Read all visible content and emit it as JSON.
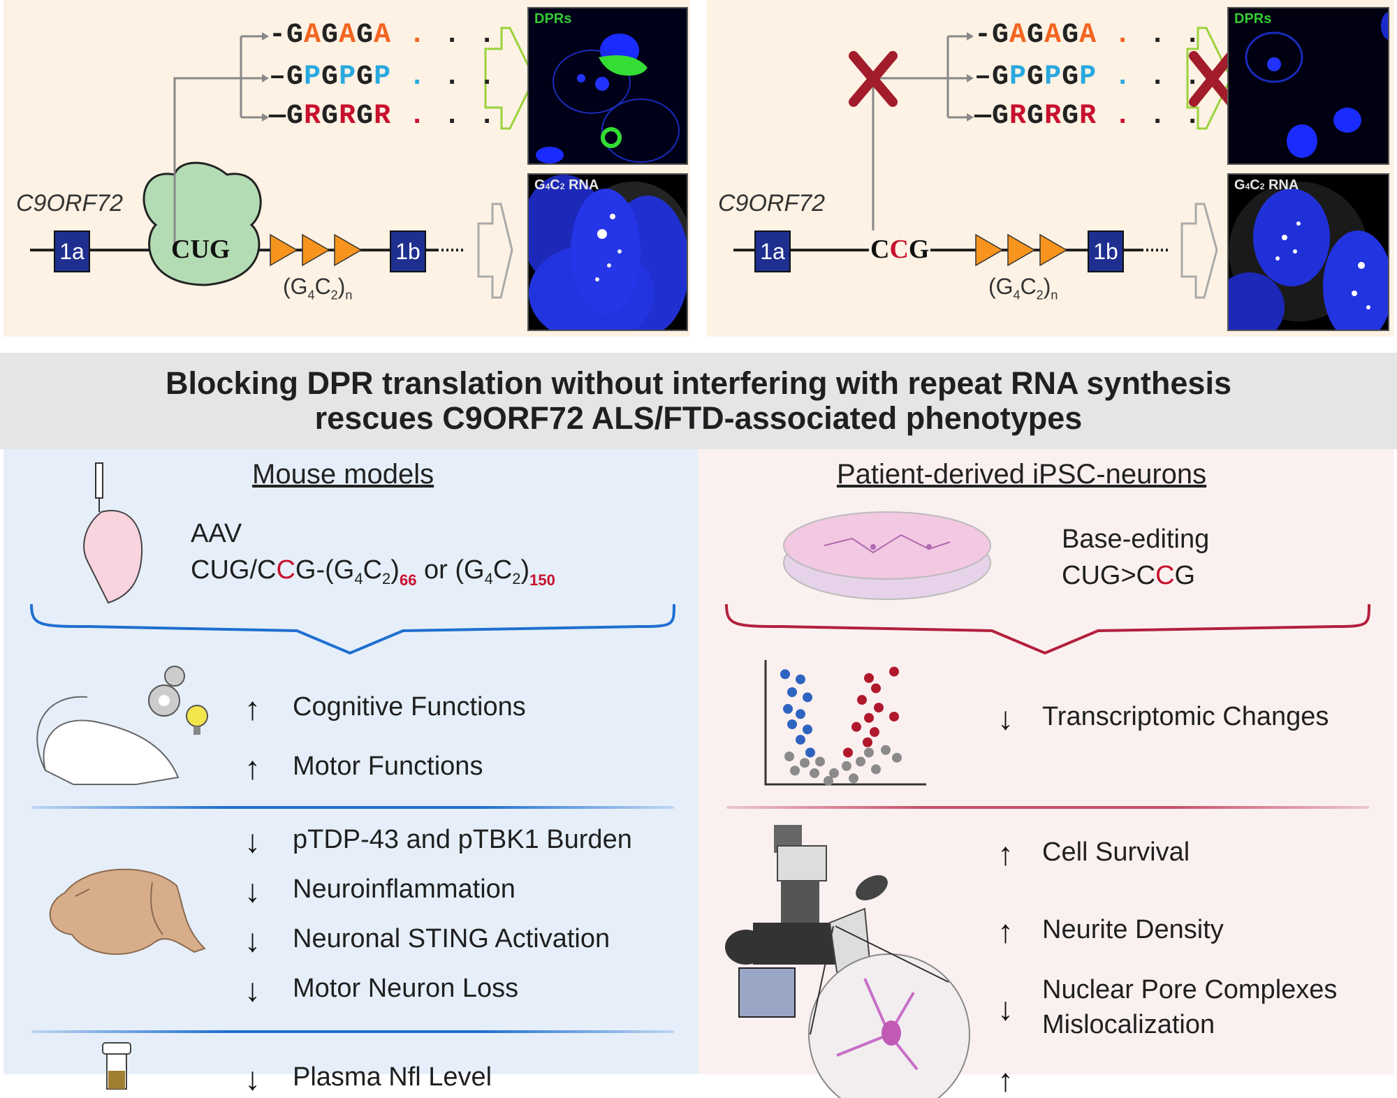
{
  "top_left": {
    "gene_label": "C9ORF72",
    "exon_1a": "1a",
    "exon_1b": "1b",
    "codon": "CUG",
    "repeat_label": {
      "base": "(G",
      "g_sub": "4",
      "c": "C",
      "c_sub": "2",
      "close": ")",
      "n_sub": "n"
    },
    "dpr_sequences": [
      {
        "name": "GA",
        "prefix": "-",
        "letters": [
          "G",
          "A",
          "G",
          "A",
          "G",
          "A"
        ],
        "accent_color": "#f26522"
      },
      {
        "name": "GP",
        "prefix": "–",
        "letters": [
          "G",
          "P",
          "G",
          "P",
          "G",
          "P"
        ],
        "accent_color": "#29a8e0"
      },
      {
        "name": "GR",
        "prefix": "—",
        "letters": [
          "G",
          "R",
          "G",
          "R",
          "G",
          "R"
        ],
        "accent_color": "#c8102e"
      }
    ],
    "micrograph_top_label": "DPRs",
    "micrograph_bottom_label": "G4C2 RNA"
  },
  "top_right": {
    "gene_label": "C9ORF72",
    "exon_1a": "1a",
    "exon_1b": "1b",
    "codon_parts": [
      "C",
      "C",
      "G"
    ],
    "micrograph_top_label": "DPRs",
    "micrograph_bottom_label": "G4C2 RNA"
  },
  "banner": {
    "line1": "Blocking DPR translation without interfering with repeat RNA synthesis",
    "line2": "rescues C9ORF72 ALS/FTD-associated phenotypes"
  },
  "mouse": {
    "title": "Mouse models",
    "vector": "AAV",
    "construct": {
      "p1": "CUG/C",
      "p2": "C",
      "p3": "G-(G",
      "s1": "4",
      "p4": "C",
      "s2": "2",
      "p5": ")",
      "n1": "66",
      "p6": " or (G",
      "s3": "4",
      "p7": "C",
      "s4": "2",
      "p8": ")",
      "n2": "150"
    },
    "behavior": [
      {
        "direction": "up",
        "label": "Cognitive Functions"
      },
      {
        "direction": "up",
        "label": "Motor Functions"
      }
    ],
    "pathology": [
      {
        "direction": "down",
        "label": "pTDP-43 and pTBK1 Burden"
      },
      {
        "direction": "down",
        "label": "Neuroinflammation"
      },
      {
        "direction": "down",
        "label": "Neuronal STING Activation"
      },
      {
        "direction": "down",
        "label": "Motor Neuron Loss"
      }
    ],
    "biomarker": [
      {
        "direction": "down",
        "label": "Plasma Nfl Level"
      }
    ],
    "accent_color": "#1f6fd1"
  },
  "ipsc": {
    "title": "Patient-derived iPSC-neurons",
    "method": "Base-editing",
    "edit": {
      "p1": "CUG>C",
      "p2": "C",
      "p3": "G"
    },
    "transcriptome": [
      {
        "direction": "down",
        "label": "Transcriptomic Changes"
      }
    ],
    "cellular": [
      {
        "direction": "up",
        "label": "Cell Survival"
      },
      {
        "direction": "up",
        "label": "Neurite Density"
      },
      {
        "direction": "down",
        "label": "Nuclear Pore Complexes",
        "label2": "Mislocalization"
      },
      {
        "direction": "up",
        "label": ""
      }
    ],
    "accent_color": "#b3203c"
  },
  "icons": {
    "up": "↑",
    "down": "↓"
  }
}
